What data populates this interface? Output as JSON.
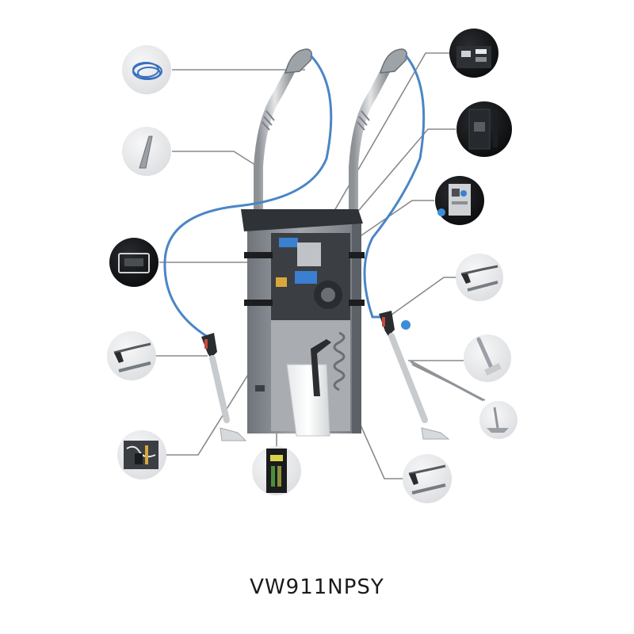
{
  "product": {
    "model": "VW911NPSY"
  },
  "colors": {
    "hose": "#4a86c5",
    "cabinet": "#8f949a",
    "cabinet_dark": "#5c6167",
    "lid": "#2f3236",
    "pipe": "#b8bcc1",
    "leader": "#8a8a8a",
    "thumb_light": "#e9eaec",
    "thumb_dark": "#151618"
  },
  "components": [
    {
      "name": "coiled-hose",
      "icon": "hose-coil-icon",
      "theme": "light"
    },
    {
      "name": "lance-tool",
      "icon": "lance-icon",
      "theme": "light"
    },
    {
      "name": "display-panel",
      "icon": "display-icon",
      "theme": "dark"
    },
    {
      "name": "spray-gun-left",
      "icon": "spray-gun-icon",
      "theme": "light"
    },
    {
      "name": "valve-assembly",
      "icon": "valve-icon",
      "theme": "light"
    },
    {
      "name": "control-module",
      "icon": "module-icon",
      "theme": "light"
    },
    {
      "name": "card-reader",
      "icon": "card-reader-icon",
      "theme": "dark"
    },
    {
      "name": "coin-panel",
      "icon": "coin-panel-icon",
      "theme": "dark"
    },
    {
      "name": "selector-panel",
      "icon": "selector-icon",
      "theme": "dark"
    },
    {
      "name": "spray-gun-right",
      "icon": "spray-gun-icon",
      "theme": "light"
    },
    {
      "name": "foam-brush",
      "icon": "brush-icon",
      "theme": "light"
    },
    {
      "name": "wand-nozzle",
      "icon": "nozzle-icon",
      "theme": "light"
    },
    {
      "name": "spray-gun-bottom",
      "icon": "spray-gun-icon",
      "theme": "light"
    }
  ]
}
